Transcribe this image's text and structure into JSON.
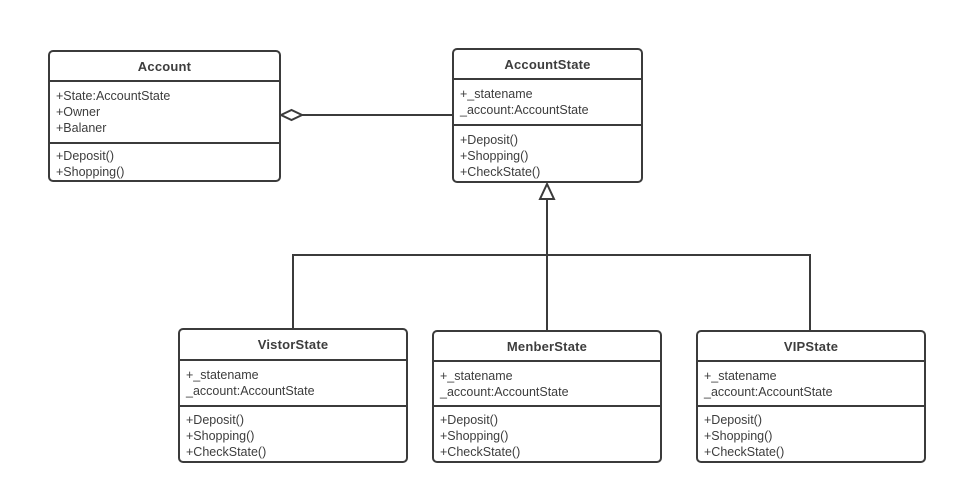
{
  "diagram": {
    "kind": "uml-class-diagram",
    "background_color": "#ffffff",
    "line_color": "#3b3b3b",
    "text_color": "#3d3d3d"
  },
  "classes": [
    {
      "name": "Account",
      "attributes": [
        "+State:AccountState",
        "+Owner",
        "+Balaner"
      ],
      "methods": [
        "+Deposit()",
        "+Shopping()"
      ]
    },
    {
      "name": "AccountState",
      "attributes": [
        "+_statename",
        "_account:AccountState"
      ],
      "methods": [
        "+Deposit()",
        "+Shopping()",
        "+CheckState()"
      ]
    },
    {
      "name": "VistorState",
      "attributes": [
        "+_statename",
        "_account:AccountState"
      ],
      "methods": [
        "+Deposit()",
        "+Shopping()",
        "+CheckState()"
      ]
    },
    {
      "name": "MenberState",
      "attributes": [
        "+_statename",
        "_account:AccountState"
      ],
      "methods": [
        "+Deposit()",
        "+Shopping()",
        "+CheckState()"
      ]
    },
    {
      "name": "VIPState",
      "attributes": [
        "+_statename",
        "_account:AccountState"
      ],
      "methods": [
        "+Deposit()",
        "+Shopping()",
        "+CheckState()"
      ]
    }
  ],
  "relationships": [
    {
      "type": "aggregation",
      "from": "AccountState",
      "to": "Account",
      "marker": "hollow-diamond"
    },
    {
      "type": "inheritance",
      "from": "VistorState",
      "to": "AccountState",
      "marker": "hollow-triangle"
    },
    {
      "type": "inheritance",
      "from": "MenberState",
      "to": "AccountState",
      "marker": "hollow-triangle"
    },
    {
      "type": "inheritance",
      "from": "VIPState",
      "to": "AccountState",
      "marker": "hollow-triangle"
    }
  ]
}
